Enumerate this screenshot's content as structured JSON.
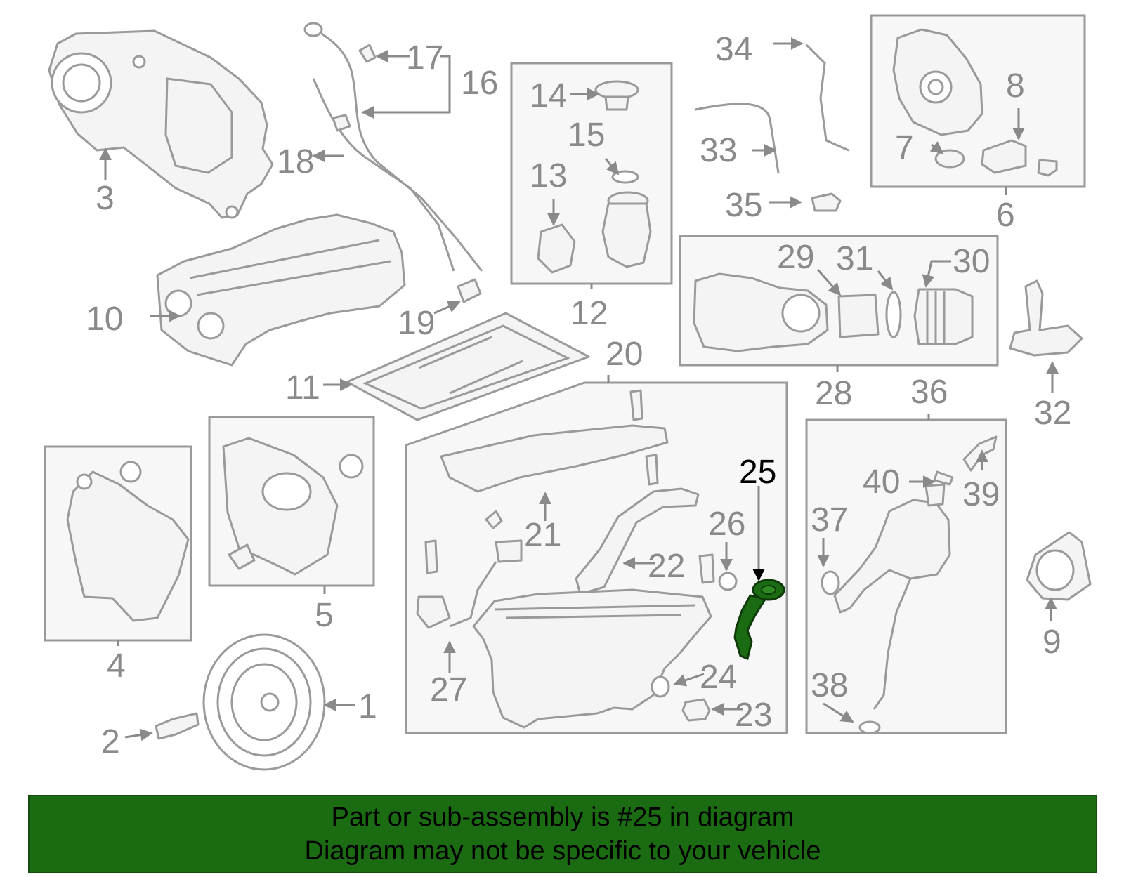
{
  "callouts": [
    "1",
    "2",
    "3",
    "4",
    "5",
    "6",
    "7",
    "8",
    "9",
    "10",
    "11",
    "12",
    "13",
    "14",
    "15",
    "16",
    "17",
    "18",
    "19",
    "20",
    "21",
    "22",
    "23",
    "24",
    "25",
    "26",
    "27",
    "28",
    "29",
    "30",
    "31",
    "32",
    "33",
    "34",
    "35",
    "36",
    "37",
    "38",
    "39",
    "40"
  ],
  "highlight": {
    "part_number": "25",
    "color": "#1b6b12"
  },
  "banner": {
    "line1": "Part or sub-assembly is #25 in diagram",
    "line2": "Diagram may not be specific to your vehicle",
    "background": "#1b6b12"
  }
}
